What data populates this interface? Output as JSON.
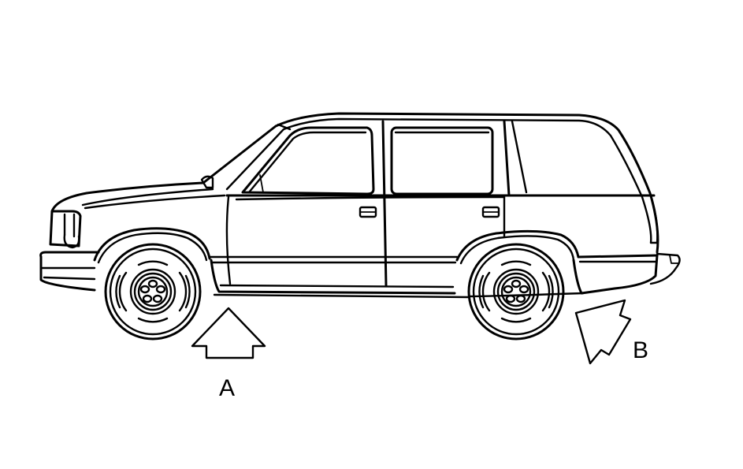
{
  "diagram": {
    "subject": "Vehicle side view (4-door SUV)",
    "colors": {
      "line": "#000000",
      "background": "#ffffff"
    },
    "labels": [
      {
        "id": "A",
        "text": "A",
        "description": "Front lift point arrow (upward, below rocker panel behind front wheel)"
      },
      {
        "id": "B",
        "text": "B",
        "description": "Rear lift point arrow (angled, behind rear wheel)"
      }
    ]
  }
}
